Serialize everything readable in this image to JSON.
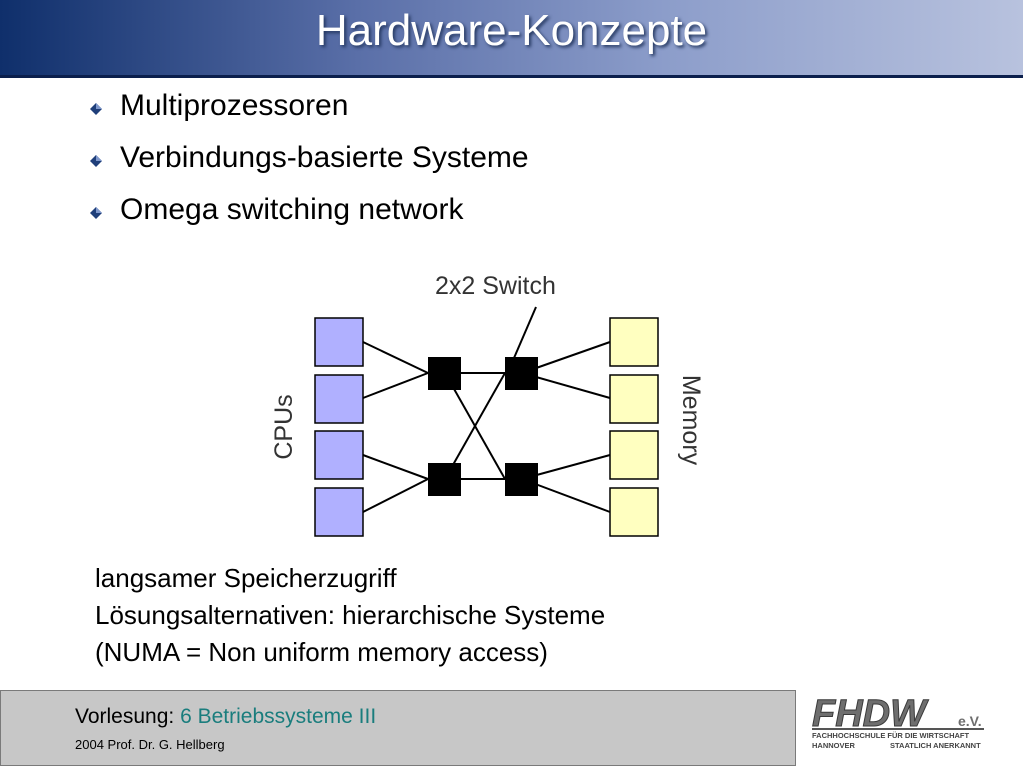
{
  "slide": {
    "title": "Hardware-Konzepte",
    "bullets": [
      "Multiprozessoren",
      "Verbindungs-basierte Systeme",
      "Omega switching network"
    ],
    "notes": [
      "langsamer Speicherzugriff",
      "Lösungsalternativen: hierarchische Systeme",
      "(NUMA = Non uniform memory access)"
    ]
  },
  "diagram": {
    "switch_label": "2x2 Switch",
    "cpus_label": "CPUs",
    "memory_label": "Memory",
    "cpu_count": 4,
    "memory_count": 4,
    "switch_count": 4,
    "colors": {
      "cpu": "#b0b0ff",
      "memory": "#ffffc0",
      "switch": "#000000"
    }
  },
  "footer": {
    "prefix": "Vorlesung: ",
    "course": "6 Betriebssysteme III",
    "author": "2004 Prof. Dr. G. Hellberg"
  },
  "logo": {
    "name": "FHDW",
    "suffix": "e.V.",
    "line1": "FACHHOCHSCHULE FÜR DIE WIRTSCHAFT",
    "line2_left": "HANNOVER",
    "line2_right": "STAATLICH ANERKANNT"
  },
  "colors": {
    "header_dark": "#0f2f6b",
    "header_light": "#b8c2de",
    "footer_bg": "#c7c7c7",
    "course_text": "#1a7d7d"
  }
}
